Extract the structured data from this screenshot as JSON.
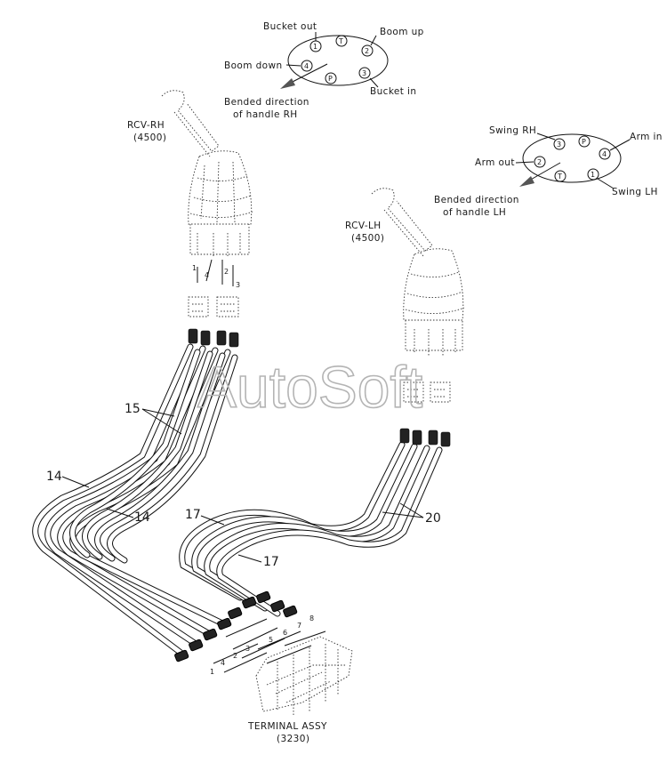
{
  "rh_pattern": {
    "bucket_out": "Bucket out",
    "boom_up": "Boom up",
    "boom_down": "Boom down",
    "bucket_in": "Bucket in",
    "bended_line1": "Bended direction",
    "bended_line2": "of handle RH",
    "ports": [
      "1",
      "T",
      "2",
      "4",
      "P",
      "3"
    ]
  },
  "lh_pattern": {
    "swing_rh": "Swing RH",
    "arm_in": "Arm in",
    "arm_out": "Arm out",
    "swing_lh": "Swing LH",
    "bended_line1": "Bended direction",
    "bended_line2": "of handle LH",
    "ports": [
      "3",
      "P",
      "4",
      "2",
      "T",
      "1"
    ]
  },
  "rcv_rh": {
    "name": "RCV-RH",
    "code": "(4500)",
    "wire_labels": [
      "1",
      "4",
      "2",
      "3"
    ]
  },
  "rcv_lh": {
    "name": "RCV-LH",
    "code": "(4500)"
  },
  "callouts": {
    "n15": "15",
    "n14a": "14",
    "n14b": "14",
    "n17a": "17",
    "n17b": "17",
    "n20": "20"
  },
  "terminal": {
    "name": "TERMINAL ASSY",
    "code": "(3230)",
    "pin_labels": [
      "1",
      "4",
      "2",
      "3",
      "5",
      "6",
      "7",
      "8"
    ]
  },
  "watermark": "AutoSoft"
}
